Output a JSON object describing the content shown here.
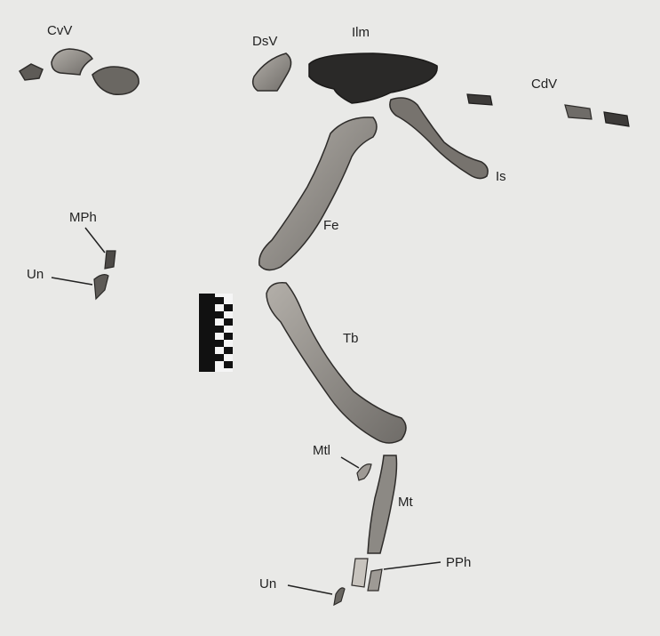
{
  "labels": {
    "cvv": "CvV",
    "dsv": "DsV",
    "ilm": "Ilm",
    "cdv": "CdV",
    "is": "Is",
    "mph": "MPh",
    "un_upper": "Un",
    "fe": "Fe",
    "tb": "Tb",
    "mtl": "Mtl",
    "mt": "Mt",
    "pph": "PPh",
    "un_lower": "Un"
  },
  "colors": {
    "background": "#e9e9e7",
    "bone": "#8e8b86",
    "bone_dark": "#3a3836",
    "ilium": "#2a2928",
    "text": "#222222"
  }
}
